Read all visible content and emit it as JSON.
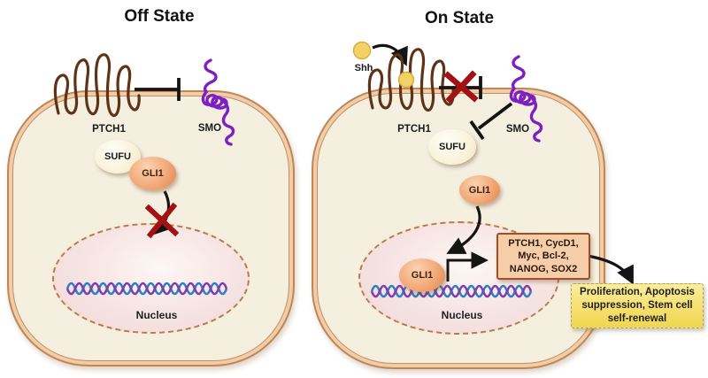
{
  "colors": {
    "cell_border": "#c28655",
    "cell_band": "#eecda8",
    "cell_interior": "#f4efdf",
    "nucleus_border": "#bf7a40",
    "ptch1_receptor": "#5e3318",
    "smo_receptor": "#7d1fc3",
    "dna_strand_blue": "#2e7fc2",
    "dna_strand_purple": "#7b3fae",
    "blocked_x": "#a31212",
    "shh_ligand": "#f2d166",
    "target_genes_box_fill": "#f6cda9",
    "target_genes_box_border": "#a04e24",
    "outcomes_box_fill": "#f7e277",
    "arrow": "#141414"
  },
  "off_panel": {
    "title": "Off State",
    "ptch1": "PTCH1",
    "smo": "SMO",
    "sufu": "SUFU",
    "gli1": "GLI1",
    "nucleus": "Nucleus"
  },
  "on_panel": {
    "title": "On State",
    "shh": "Shh",
    "ptch1": "PTCH1",
    "smo": "SMO",
    "sufu": "SUFU",
    "gli1_cytoplasm": "GLI1",
    "gli1_nucleus": "GLI1",
    "nucleus": "Nucleus",
    "target_genes": {
      "line1": "PTCH1, CycD1,",
      "line2": "Myc, Bcl-2,",
      "line3": "NANOG, SOX2"
    },
    "outcomes": {
      "line1": "Proliferation, Apoptosis",
      "line2": "suppression, Stem cell",
      "line3": "self-renewal"
    }
  }
}
